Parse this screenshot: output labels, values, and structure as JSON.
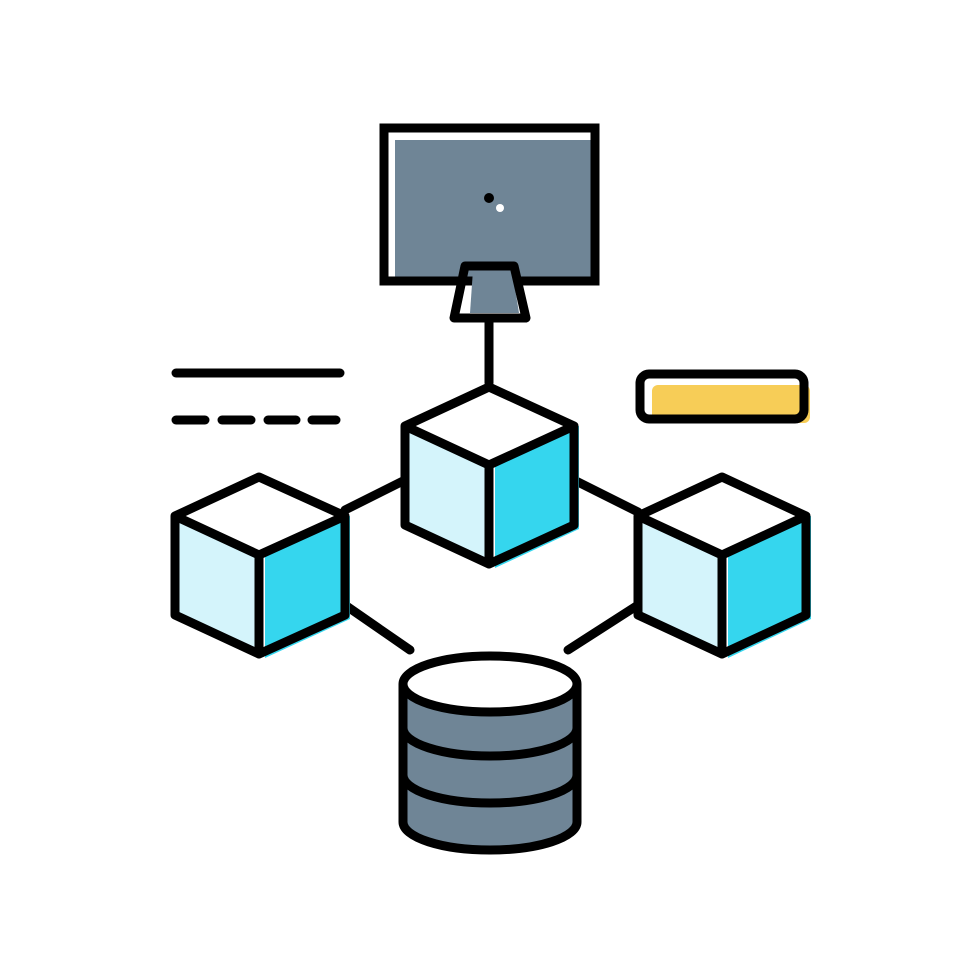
{
  "icon": {
    "name": "blockchain-network-icon",
    "nodes": [
      "monitor",
      "cube-top",
      "cube-left",
      "cube-right",
      "database"
    ],
    "decorations": [
      "text-lines",
      "status-bar"
    ]
  },
  "colors": {
    "outline": "#000000",
    "monitor_screen": "#6f8596",
    "database_fill": "#6f8596",
    "cube_light_face": "#d4f4fb",
    "cube_dark_face": "#35d6ee",
    "cube_top_face": "#ffffff",
    "status_bar_fill": "#f7cd57",
    "background": "#ffffff"
  }
}
